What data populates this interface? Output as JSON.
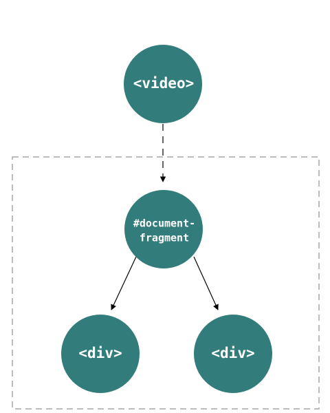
{
  "colors": {
    "node_fill": "#327d7b",
    "node_text": "#ffffff",
    "edge": "#000000",
    "boundary": "#a6a6a6"
  },
  "nodes": {
    "video": {
      "label": "<video>"
    },
    "fragment": {
      "label_line1": "#document-",
      "label_line2": "fragment"
    },
    "div_left": {
      "label": "<div>"
    },
    "div_right": {
      "label": "<div>"
    }
  }
}
